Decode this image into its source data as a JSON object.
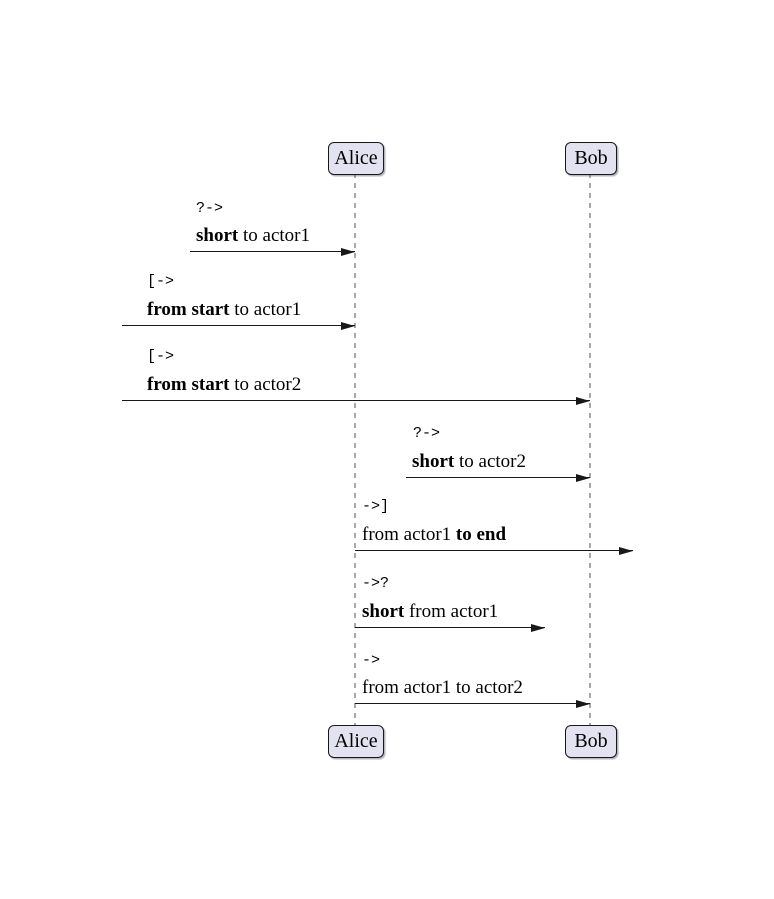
{
  "diagram": {
    "type": "sequence-diagram",
    "actors": [
      {
        "id": "actor1",
        "name": "Alice"
      },
      {
        "id": "actor2",
        "name": "Bob"
      }
    ],
    "colors": {
      "background": "#FFFFFF",
      "actor_fill": "#E2E2F0",
      "actor_border": "#181818",
      "lifeline": "#A8A8A8",
      "arrow": "#181818",
      "text": "#000000"
    },
    "messages": [
      {
        "code": "?->",
        "pre": "",
        "bold": "short",
        "post": " to actor1",
        "from": "short-left",
        "to": "actor1"
      },
      {
        "code": "[->",
        "pre": "",
        "bold": "from start",
        "post": " to actor1",
        "from": "start",
        "to": "actor1"
      },
      {
        "code": "[->",
        "pre": "",
        "bold": "from start",
        "post": " to actor2",
        "from": "start",
        "to": "actor2"
      },
      {
        "code": "?->",
        "pre": "",
        "bold": "short",
        "post": " to actor2",
        "from": "short-left",
        "to": "actor2"
      },
      {
        "code": "->]",
        "pre": "from actor1 ",
        "bold": "to end",
        "post": "",
        "from": "actor1",
        "to": "end"
      },
      {
        "code": "->?",
        "pre": "",
        "bold": "short",
        "post": " from actor1",
        "from": "actor1",
        "to": "short-right"
      },
      {
        "code": "->",
        "pre": "from actor1 to actor2",
        "bold": "",
        "post": "",
        "from": "actor1",
        "to": "actor2"
      }
    ]
  }
}
